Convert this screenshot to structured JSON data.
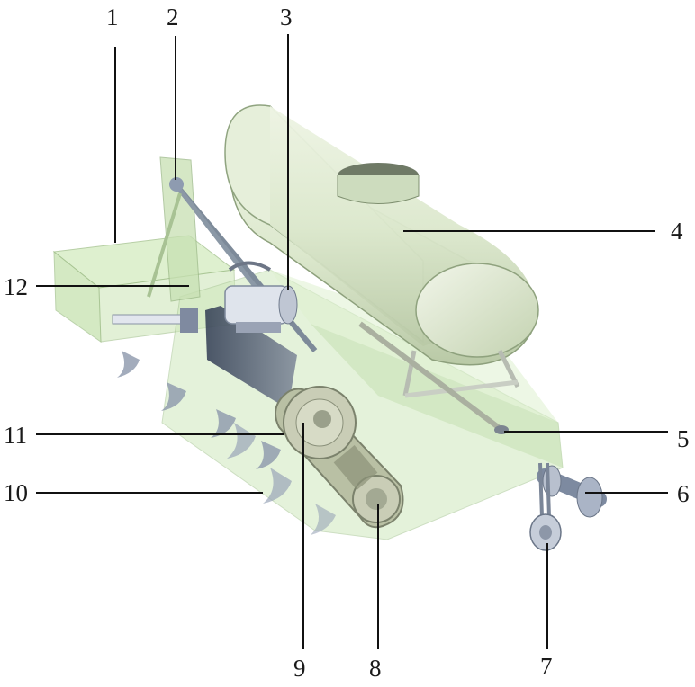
{
  "labels": {
    "l1": "1",
    "l2": "2",
    "l3": "3",
    "l4": "4",
    "l5": "5",
    "l6": "6",
    "l7": "7",
    "l8": "8",
    "l9": "9",
    "l10": "10",
    "l11": "11",
    "l12": "12"
  },
  "colors": {
    "frame_green": "#c6e3b0",
    "tank": "#dbe8cc",
    "belt": "#aeb6a0",
    "metal": "#9aa3b5",
    "line": "#111111"
  }
}
